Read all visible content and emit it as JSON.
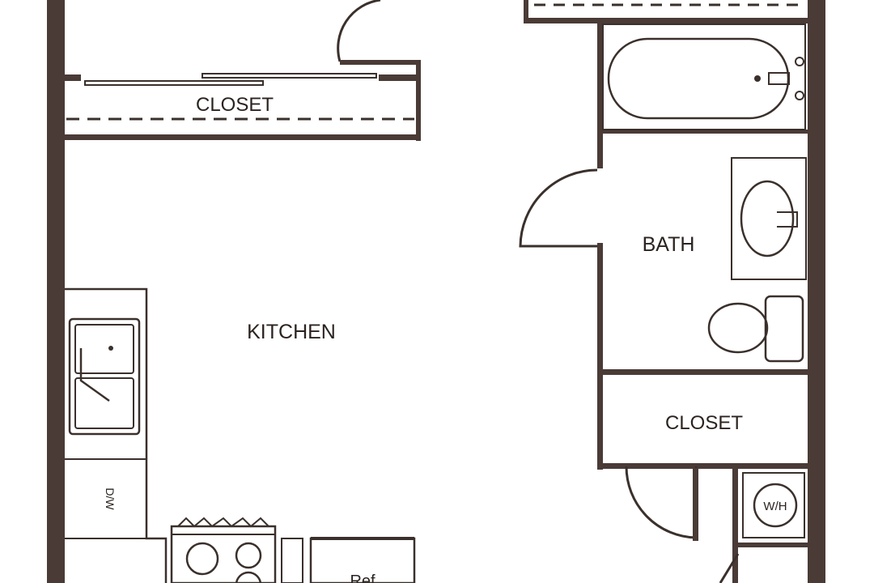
{
  "colors": {
    "wall": "#4a3b36",
    "line": "#3a302c",
    "background": "#ffffff"
  },
  "rooms": {
    "top_closet": "CLOSET",
    "kitchen": "KITCHEN",
    "bath": "BATH",
    "hall_closet": "CLOSET"
  },
  "fixtures": {
    "dishwasher": "D/W",
    "water_heater": "W/H",
    "refrigerator": "Ref"
  }
}
